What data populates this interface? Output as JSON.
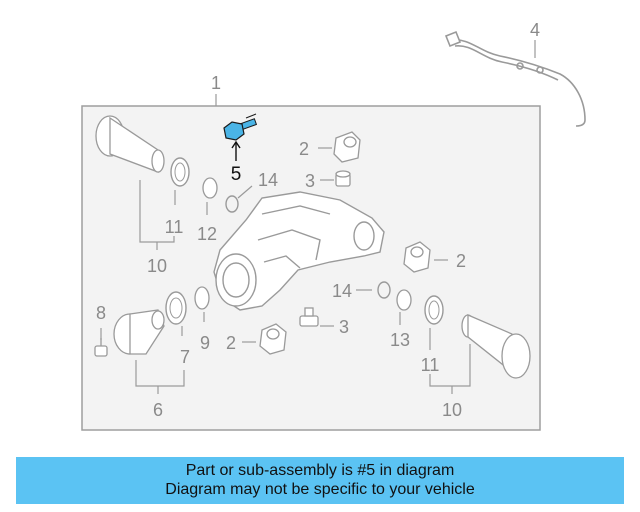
{
  "diagram": {
    "labels": {
      "assembly": "1",
      "harness": "4",
      "highlighted": "5",
      "mount_upper": "2",
      "mount_right": "2",
      "mount_lower": "2",
      "plug_upper": "3",
      "plug_lower": "3",
      "snapring_left": "14",
      "snapring_right": "14",
      "seal_left": "11",
      "seal_right": "11",
      "ring_left": "12",
      "ring_right": "13",
      "group_left_top": "10",
      "group_right_bottom": "10",
      "bolt_small": "8",
      "seal_flange": "7",
      "ring_flange": "9",
      "group_left_bottom": "6"
    },
    "colors": {
      "highlight": "#4ab4e6",
      "line": "#9a9a9a",
      "panel": "#f2f2f2"
    }
  },
  "banner": {
    "line1": "Part or sub-assembly is #5 in diagram",
    "line2": "Diagram may not be specific to your vehicle"
  }
}
